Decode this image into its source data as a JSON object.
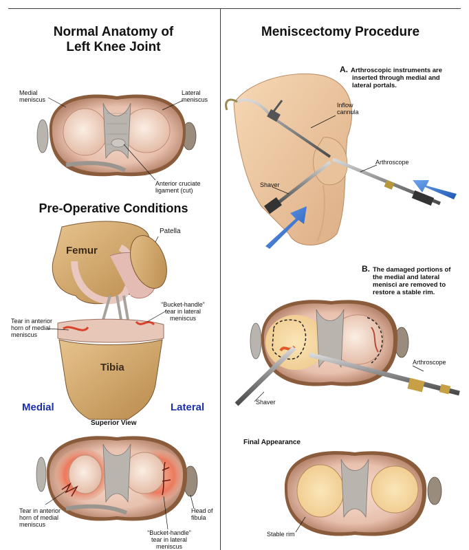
{
  "left": {
    "title_line1": "Normal Anatomy of",
    "title_line2": "Left Knee Joint",
    "normal_labels": {
      "medial_meniscus": [
        "Medial",
        "meniscus"
      ],
      "lateral_meniscus": [
        "Lateral",
        "meniscus"
      ],
      "acl": [
        "Anterior cruciate",
        "ligament (cut)"
      ]
    },
    "preop_title": "Pre-Operative Conditions",
    "preop_labels": {
      "patella": "Patella",
      "femur": "Femur",
      "tibia": "Tibia",
      "bucket_handle": [
        "“Bucket-handle”",
        "tear in lateral",
        "meniscus"
      ],
      "anterior_horn": [
        "Tear in anterior",
        "horn of medial",
        "meniscus"
      ]
    },
    "side_medial": "Medial",
    "side_lateral": "Lateral",
    "superior_view": "Superior View",
    "superior_labels": {
      "anterior_horn": [
        "Tear in anterior",
        "horn of medial",
        "meniscus"
      ],
      "bucket_handle": [
        "“Bucket-handle”",
        "tear in lateral",
        "meniscus"
      ],
      "head_fibula": [
        "Head of",
        "fibula"
      ]
    }
  },
  "right": {
    "title": "Meniscectomy Procedure",
    "step_a_letter": "A.",
    "step_a_text": [
      "Arthroscopic instruments are",
      "inserted through medial and",
      "lateral portals."
    ],
    "step_a_labels": {
      "inflow": [
        "Inflow",
        "cannula"
      ],
      "arthroscope": "Arthroscope",
      "shaver": "Shaver"
    },
    "step_b_letter": "B.",
    "step_b_text": [
      "The damaged portions of",
      "the medial and lateral",
      "menisci are removed to",
      "restore a stable rim."
    ],
    "step_b_labels": {
      "arthroscope": "Arthroscope",
      "shaver": "Shaver"
    },
    "final_title": "Final Appearance",
    "final_labels": {
      "stable_rim": "Stable rim"
    }
  },
  "colors": {
    "frame": "#3a3a3a",
    "side_text": "#1b2fa8",
    "meniscus": "#e8c9b8",
    "plateau": "#f0d8c8",
    "bone": "#d9b27a",
    "cartilage": "#e9c3bb",
    "ligament": "#b9b4ad",
    "tear": "#d8412a",
    "arrow": "#2a6fd0",
    "skin": "#efc9a3"
  }
}
